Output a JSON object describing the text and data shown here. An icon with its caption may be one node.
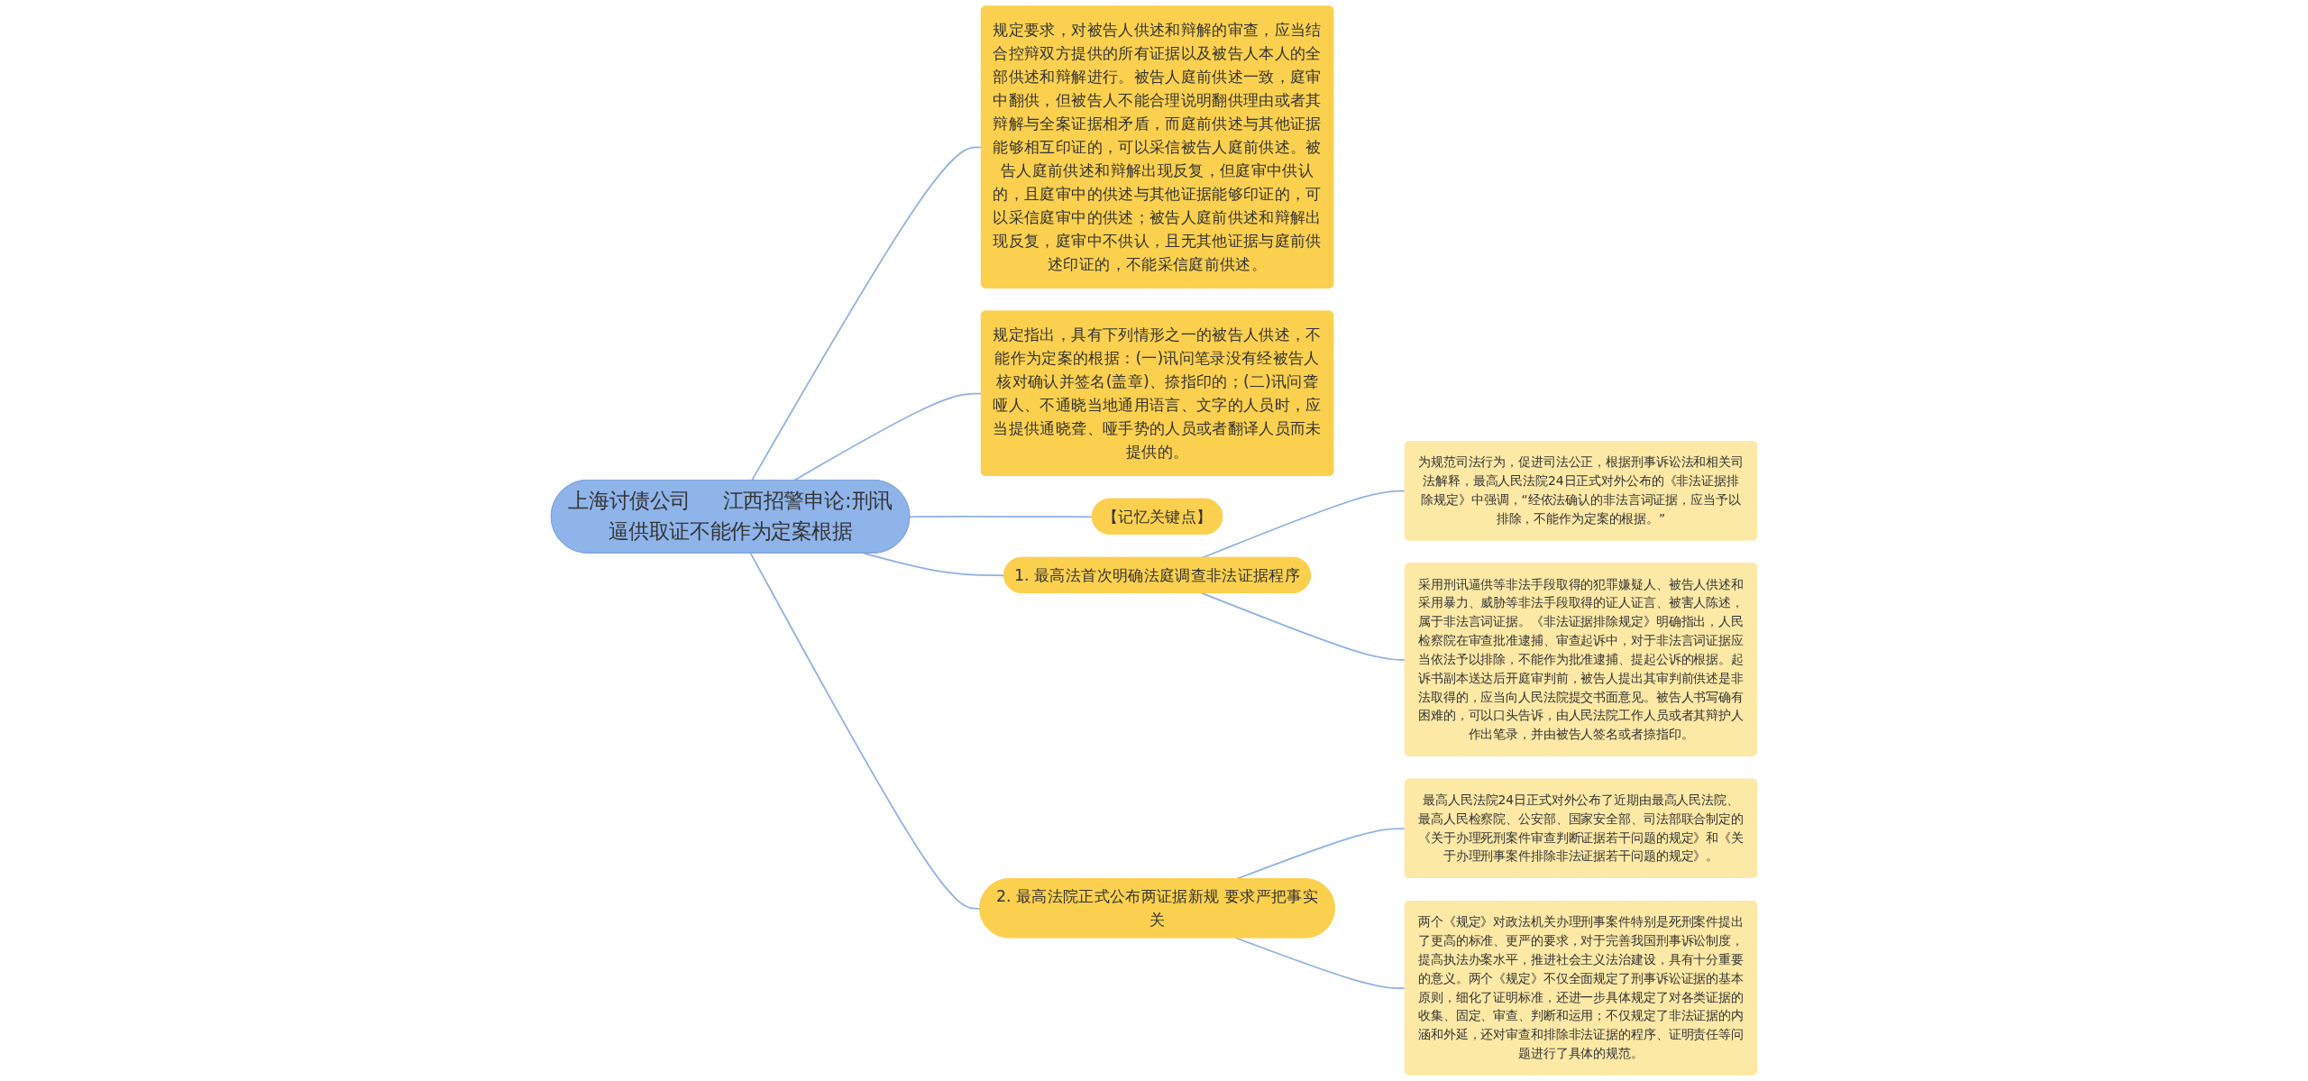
{
  "diagram": {
    "nodes": [
      {
        "text": [
          "上海讨债公司     江西招警申论:刑讯逼供取证不能作为定案根据"
        ]
      },
      {
        "text": [
          "规定要求，对被告人供述和辩解的审查，应当结合控辩双方提供的所有证据以及被告人本人的全部供述和辩解进行。被告人庭前供述一致，庭审中翻供，但被告人不能合理说明翻供理由或者其辩解与全案证据相矛盾，而庭前供述与其他证据能够相互印证的，可以采信被告人庭前供述。被告人庭前供述和辩解出现反复，但庭审中供认的，且庭审中的供述与其他证据能够印证的，可以采信庭审中的供述；被告人庭前供述和辩解出现反复，庭审中不供认，且无其他证据与庭前供述印证的，不能采信庭前供述。"
        ]
      },
      {
        "text": [
          "规定指出，具有下列情形之一的被告人供述，不能作为定案的根据：(一)讯问笔录没有经被告人核对确认并签名(盖章)、捺指印的；(二)讯问聋哑人、不通晓当地通用语言、文字的人员时，应当提供通晓聋、哑手势的人员或者翻译人员而未提供的。"
        ]
      },
      {
        "text": [
          "【记忆关键点】"
        ]
      },
      {
        "text": [
          "1. 最高法首次明确法庭调查非法证据程序"
        ]
      },
      {
        "text": [
          "为规范司法行为，促进司法公正，根据刑事诉讼法和相关司法解释，最高人民法院24日正式对外公布的《非法证据排除规定》中强调，“经依法确认的非法言词证据，应当予以排除，不能作为定案的根据。”"
        ]
      },
      {
        "text": [
          "采用刑讯逼供等非法手段取得的犯罪嫌疑人、被告人供述和采用暴力、威胁等非法手段取得的证人证言、被害人陈述，属于非法言词证据。《非法证据排除规定》明确指出，人民检察院在审查批准逮捕、审查起诉中，对于非法言词证据应当依法予以排除，不能作为批准逮捕、提起公诉的根据。起诉书副本送达后开庭审判前，被告人提出其审判前供述是非法取得的，应当向人民法院提交书面意见。被告人书写确有困难的，可以口头告诉，由人民法院工作人员或者其辩护人作出笔录，并由被告人签名或者捺指印。"
        ]
      },
      {
        "text": [
          "2. 最高法院正式公布两证据新规 要求严把事实关"
        ]
      },
      {
        "text": [
          "最高人民法院24日正式对外公布了近期由最高人民法院、最高人民检察院、公安部、国家安全部、司法部联合制定的《关于办理死刑案件审查判断证据若干问题的规定》和《关于办理刑事案件排除非法证据若干问题的规定》。"
        ]
      },
      {
        "text": [
          "两个《规定》对政法机关办理刑事案件特别是死刑案件提出了更高的标准、更严的要求，对于完善我国刑事诉讼制度，提高执法办案水平，推进社会主义法治建设，具有十分重要的意义。两个《规定》不仅全面规定了刑事诉讼证据的基本原则，细化了证明标准，还进一步具体规定了对各类证据的收集、固定、审查、判断和运用；不仅规定了非法证据的内涵和外延，还对审查和排除非法证据的程序、证明责任等问题进行了具体的规范。"
        ]
      }
    ],
    "edges": [
      {
        "from": 0,
        "to": 1,
        "arrow": "none"
      },
      {
        "from": 0,
        "to": 2,
        "arrow": "none"
      },
      {
        "from": 0,
        "to": 3,
        "arrow": "none"
      },
      {
        "from": 0,
        "to": 4,
        "arrow": "none"
      },
      {
        "from": 4,
        "to": 5,
        "arrow": "none"
      },
      {
        "from": 4,
        "to": 6,
        "arrow": "none"
      },
      {
        "from": 0,
        "to": 7,
        "arrow": "none"
      },
      {
        "from": 7,
        "to": 8,
        "arrow": "none"
      },
      {
        "from": 7,
        "to": 9,
        "arrow": "none"
      }
    ]
  }
}
